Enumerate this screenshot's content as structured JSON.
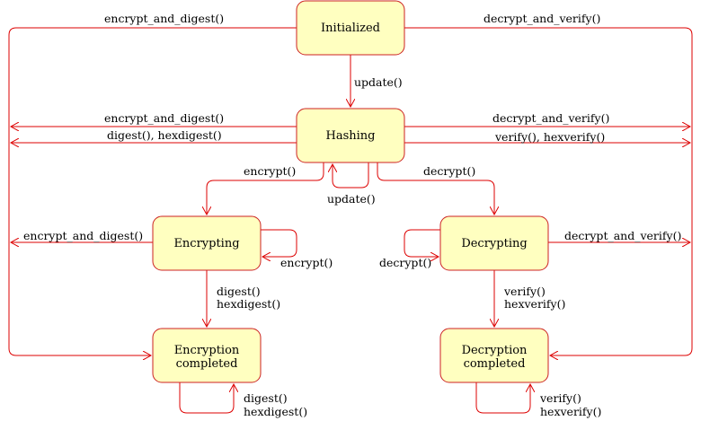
{
  "states": {
    "initialized": "Initialized",
    "hashing": "Hashing",
    "encrypting": "Encrypting",
    "decrypting": "Decrypting",
    "encryption_completed": [
      "Encryption",
      "completed"
    ],
    "decryption_completed": [
      "Decryption",
      "completed"
    ]
  },
  "labels": {
    "init_encrypt_and_digest": "encrypt_and_digest()",
    "init_decrypt_and_verify": "decrypt_and_verify()",
    "init_update": "update()",
    "hash_encrypt_and_digest": "encrypt_and_digest()",
    "hash_digest": "digest(), hexdigest()",
    "hash_decrypt_and_verify": "decrypt_and_verify()",
    "hash_verify": "verify(), hexverify()",
    "hash_encrypt": "encrypt()",
    "hash_decrypt": "decrypt()",
    "hash_update_loop": "update()",
    "enc_encrypt_and_digest": "encrypt_and_digest()",
    "enc_encrypt_loop": "encrypt()",
    "enc_digest": [
      "digest()",
      "hexdigest()"
    ],
    "dec_decrypt_and_verify": "decrypt_and_verify()",
    "dec_decrypt_loop": "decrypt()",
    "dec_verify": [
      "verify()",
      "hexverify()"
    ],
    "encdone_loop": [
      "digest()",
      "hexdigest()"
    ],
    "decdone_loop": [
      "verify()",
      "hexverify()"
    ]
  }
}
